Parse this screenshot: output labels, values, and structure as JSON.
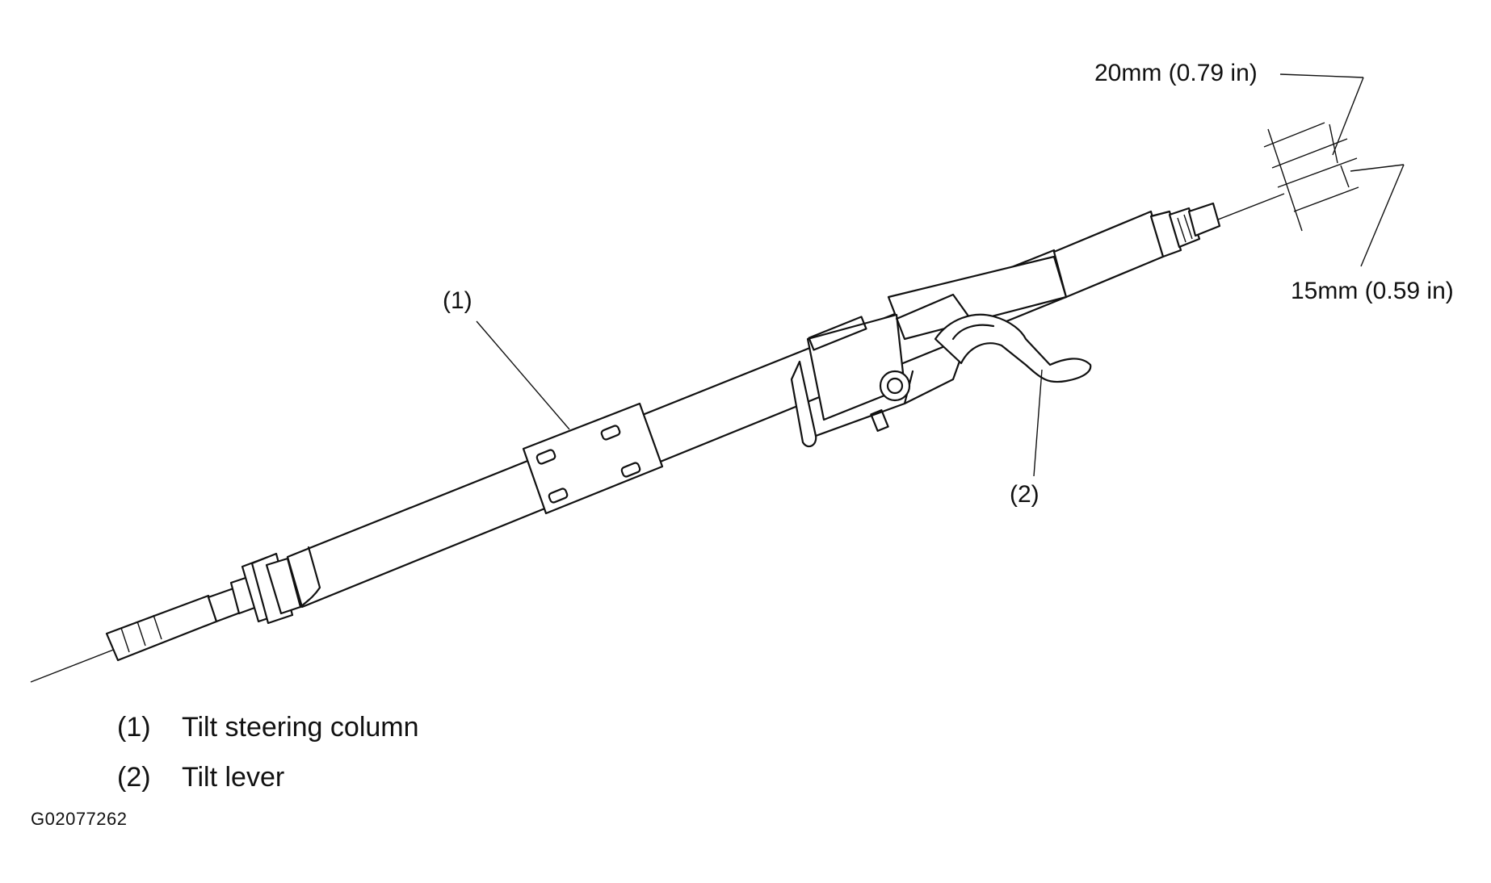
{
  "callouts": {
    "item1": "(1)",
    "item2": "(2)"
  },
  "dimensions": {
    "upper": "20mm (0.79 in)",
    "lower": "15mm (0.59 in)"
  },
  "legend": [
    {
      "num": "(1)",
      "label": "Tilt steering column"
    },
    {
      "num": "(2)",
      "label": "Tilt lever"
    }
  ],
  "figure_code": "G02077262"
}
